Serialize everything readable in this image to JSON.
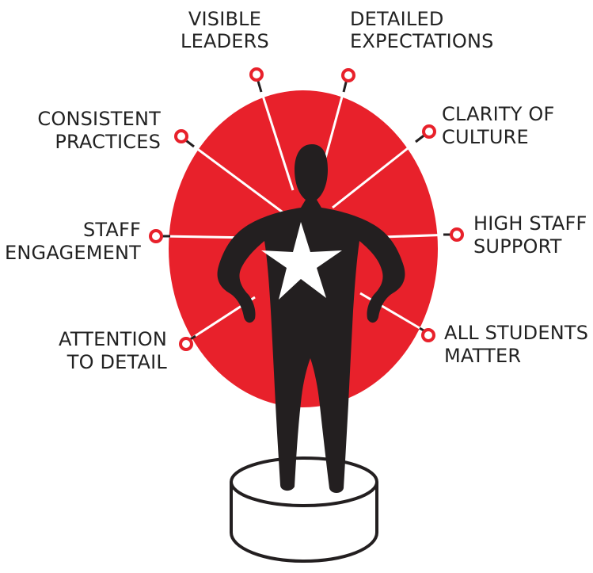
{
  "colors": {
    "circle": "#e8212b",
    "figure": "#231f20",
    "star": "#ffffff",
    "lines": "#ffffff",
    "text": "#222222"
  },
  "labels": {
    "visible_leaders": [
      "VISIBLE",
      "LEADERS"
    ],
    "detailed_expectations": [
      "DETAILED",
      "EXPECTATIONS"
    ],
    "consistent_practices": [
      "CONSISTENT",
      "PRACTICES"
    ],
    "clarity_of_culture": [
      "CLARITY OF",
      "CULTURE"
    ],
    "staff_engagement": [
      "STAFF",
      "ENGAGEMENT"
    ],
    "high_staff_support": [
      "HIGH STAFF",
      "SUPPORT"
    ],
    "attention_to_detail": [
      "ATTENTION",
      "TO DETAIL"
    ],
    "all_students_matter": [
      "ALL STUDENTS",
      "MATTER"
    ]
  }
}
